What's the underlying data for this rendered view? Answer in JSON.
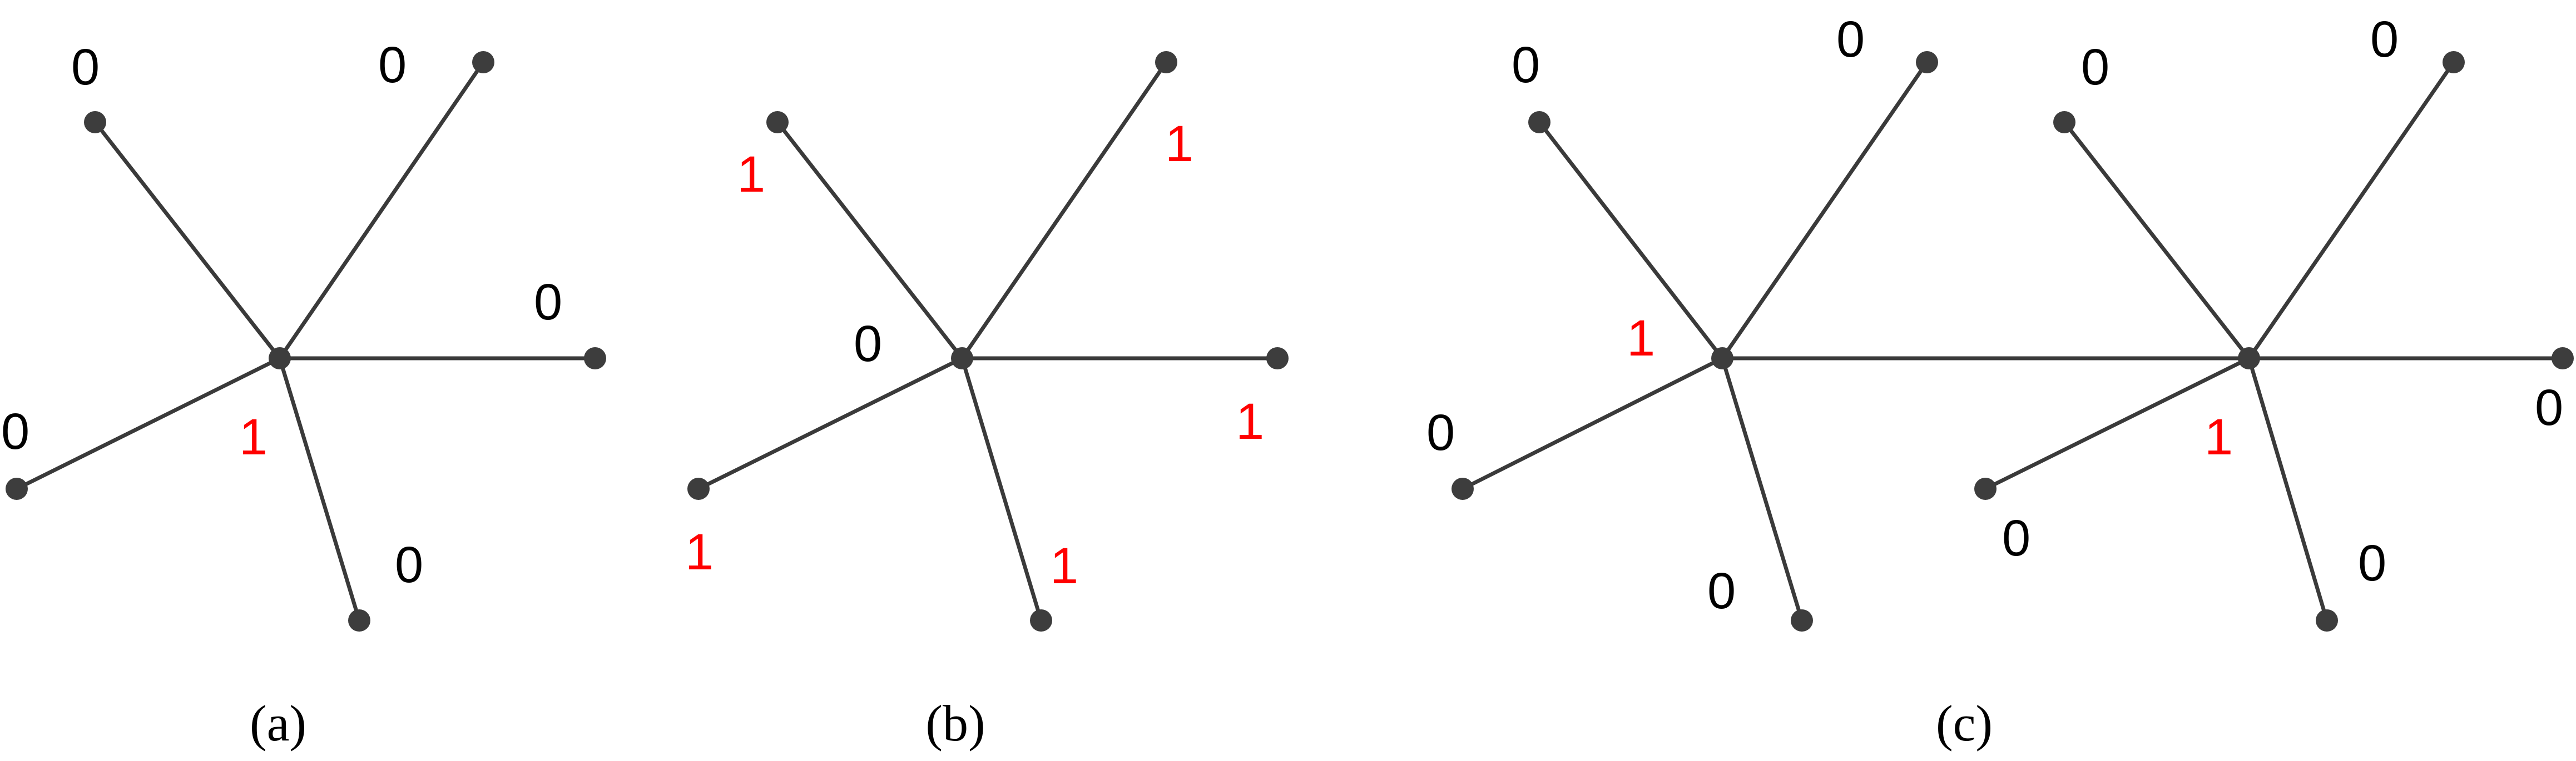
{
  "colors": {
    "edge": "#3a3a3a",
    "node": "#3d3d3d",
    "label_zero": "#000000",
    "label_one": "#ff0000"
  },
  "panels": [
    {
      "caption": "(a)",
      "stars": [
        {
          "center_label": "1",
          "leaf_labels": [
            "0",
            "0",
            "0",
            "0",
            "0"
          ]
        }
      ]
    },
    {
      "caption": "(b)",
      "stars": [
        {
          "center_label": "0",
          "leaf_labels": [
            "1",
            "1",
            "1",
            "1",
            "1"
          ]
        }
      ]
    },
    {
      "caption": "(c)",
      "stars": [
        {
          "center_label": "1",
          "leaf_labels": [
            "0",
            "0",
            "0",
            "0"
          ]
        },
        {
          "center_label": "1",
          "leaf_labels": [
            "0",
            "0",
            "0",
            "0",
            "0"
          ]
        }
      ]
    }
  ]
}
